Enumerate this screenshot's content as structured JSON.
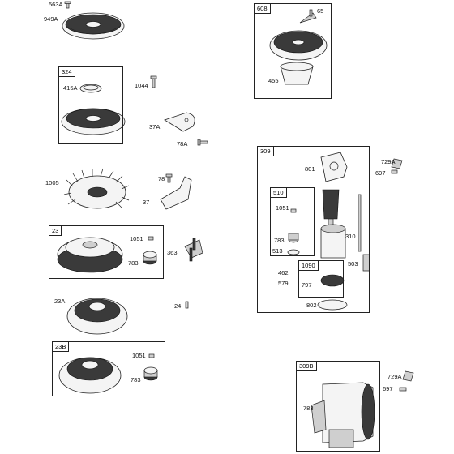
{
  "parts": {
    "p563A": "563A",
    "p949A": "949A",
    "p324": "324",
    "p415A": "415A",
    "p1044": "1044",
    "p37A": "37A",
    "p78A": "78A",
    "p1005": "1005",
    "p78": "78",
    "p37": "37",
    "p23": "23",
    "p1051a": "1051",
    "p783a": "783",
    "p363": "363",
    "p23A": "23A",
    "p24": "24",
    "p23B": "23B",
    "p1051b": "1051",
    "p783b": "783",
    "p608": "608",
    "p65": "65",
    "p455": "455",
    "p309": "309",
    "p801": "801",
    "p510": "510",
    "p1051c": "1051",
    "p783c": "783",
    "p513": "513",
    "p310": "310",
    "p503": "503",
    "p462": "462",
    "p579": "579",
    "p1090": "1090",
    "p797": "797",
    "p802": "802",
    "p729Aa": "729A",
    "p697a": "697",
    "p309B": "309B",
    "p783d": "783",
    "p729Ab": "729A",
    "p697b": "697"
  }
}
